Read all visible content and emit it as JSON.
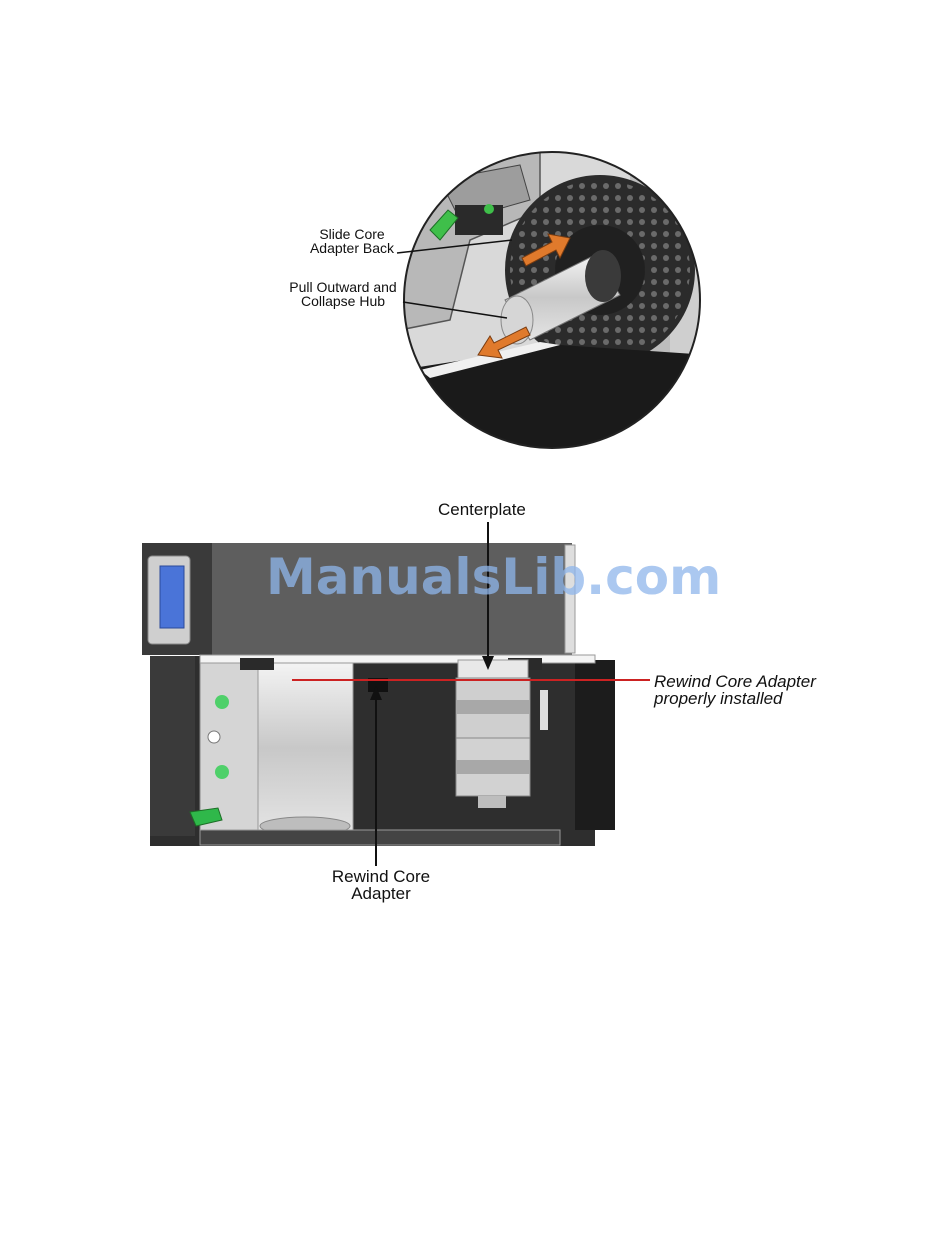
{
  "figure1": {
    "label_slide": [
      "Slide Core",
      "Adapter Back"
    ],
    "label_pull": [
      "Pull Outward and",
      "Collapse Hub"
    ]
  },
  "figure2": {
    "label_centerplate": "Centerplate",
    "label_installed": [
      "Rewind Core Adapter",
      "properly installed"
    ],
    "label_adapter": [
      "Rewind Core",
      "Adapter"
    ]
  },
  "watermark": "ManualsLib.com",
  "colors": {
    "arrow": "#e07a2c",
    "red_line": "#cc2222",
    "watermark": "#8fb6ec",
    "display": "#4a74d8",
    "green": "#2fb84a"
  }
}
